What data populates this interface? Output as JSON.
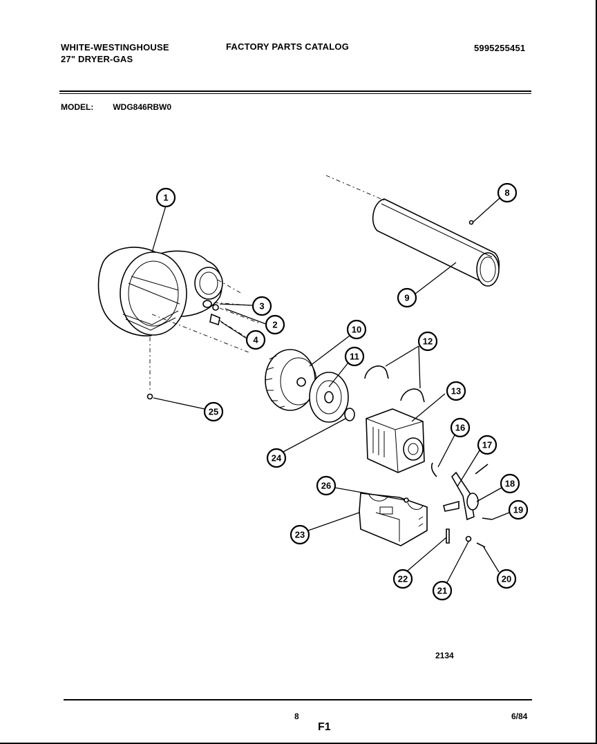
{
  "header": {
    "brand": "WHITE-WESTINGHOUSE",
    "product": "27\" DRYER-GAS",
    "catalog": "FACTORY PARTS CATALOG",
    "part_number": "5995255451"
  },
  "model": {
    "label": "MODEL:",
    "value": "WDG846RBW0"
  },
  "callouts": [
    "1",
    "2",
    "3",
    "4",
    "8",
    "9",
    "10",
    "11",
    "12",
    "13",
    "16",
    "17",
    "18",
    "19",
    "20",
    "21",
    "22",
    "23",
    "24",
    "25",
    "26"
  ],
  "drawing_number": "2134",
  "footer": {
    "page": "8",
    "date": "6/84",
    "figure": "F1"
  }
}
